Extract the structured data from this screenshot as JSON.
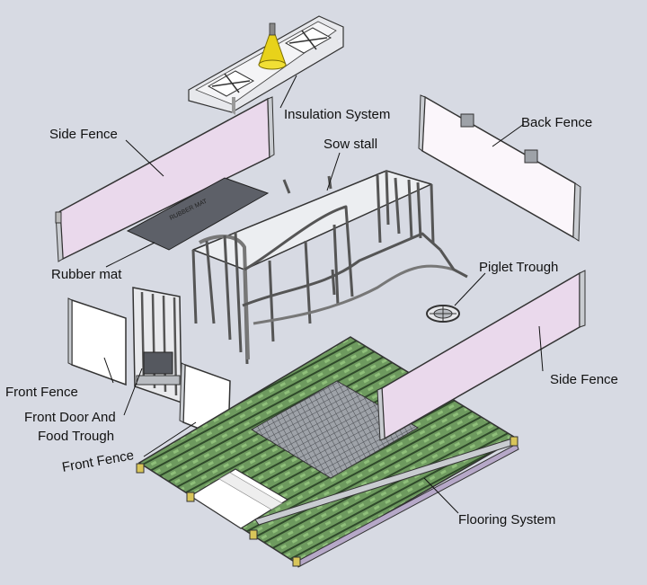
{
  "labels": {
    "insulation_system": "Insulation System",
    "side_fence_left": "Side Fence",
    "back_fence": "Back Fence",
    "sow_stall": "Sow stall",
    "rubber_mat": "Rubber mat",
    "piglet_trough": "Piglet Trough",
    "front_fence_top": "Front Fence",
    "side_fence_right": "Side Fence",
    "front_door_line1": "Front Door And",
    "front_door_line2": "Food Trough",
    "front_fence_bottom": "Front Fence",
    "flooring_system": "Flooring System"
  },
  "colors": {
    "background": "#d7dae3",
    "fence_panel": "#ead9ec",
    "frame_metal": "#bfc3c9",
    "floor_slat": "#5f8a52",
    "lamp": "#e8d21a",
    "mat": "#5d6068"
  }
}
